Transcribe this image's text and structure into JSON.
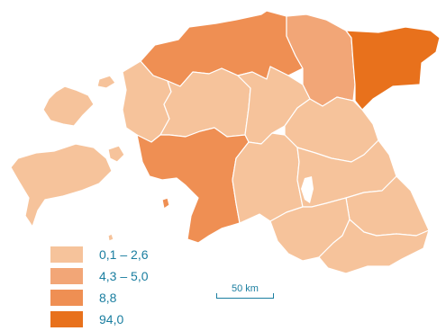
{
  "colors": {
    "class_1": "#f6c39b",
    "class_2": "#f2a677",
    "class_3": "#ef8f53",
    "class_4": "#e8711c",
    "border": "#ffffff",
    "text": "#1a7ea0"
  },
  "legend": {
    "items": [
      {
        "label": "0,1 – 2,6",
        "color": "#f6c39b"
      },
      {
        "label": "4,3 – 5,0",
        "color": "#f2a677"
      },
      {
        "label": "8,8",
        "color": "#ef8f53"
      },
      {
        "label": "94,0",
        "color": "#e8711c"
      }
    ]
  },
  "scale": {
    "label": "50 km"
  }
}
